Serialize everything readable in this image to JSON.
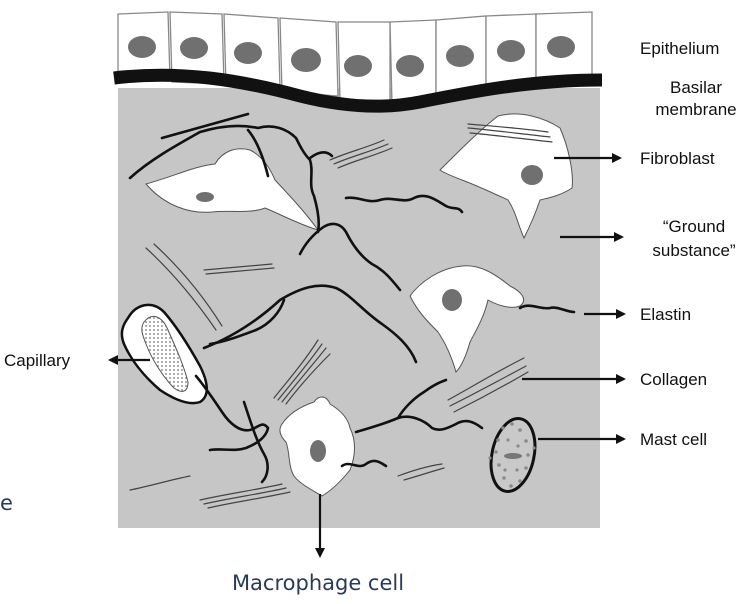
{
  "labels": {
    "epithelium": "Epithelium",
    "basilar_line1": "Basilar",
    "basilar_line2": "membrane",
    "fibroblast": "Fibroblast",
    "ground_line1": "“Ground",
    "ground_line2": "substance”",
    "elastin": "Elastin",
    "collagen": "Collagen",
    "mast_cell": "Mast cell",
    "capillary": "Capillary",
    "macrophage": "Macrophage cell",
    "stray_letter": "e"
  }
}
